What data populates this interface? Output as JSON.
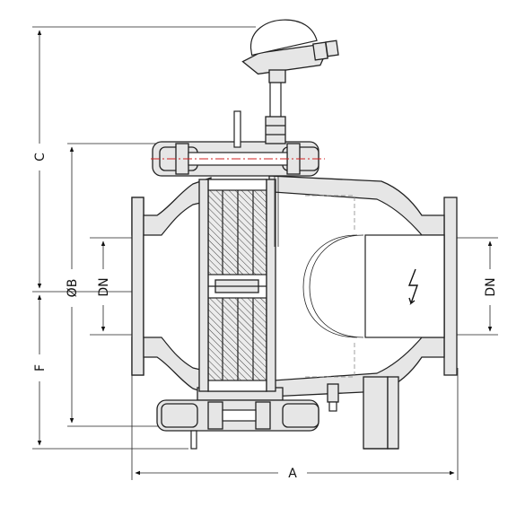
{
  "dimensions": {
    "A": "A",
    "C": "C",
    "F": "F",
    "OB": "ØB",
    "DN_left": "DN",
    "DN_right": "DN"
  },
  "colors": {
    "line": "#222222",
    "body_fill": "#e6e6e6",
    "center_line": "#d02020"
  }
}
